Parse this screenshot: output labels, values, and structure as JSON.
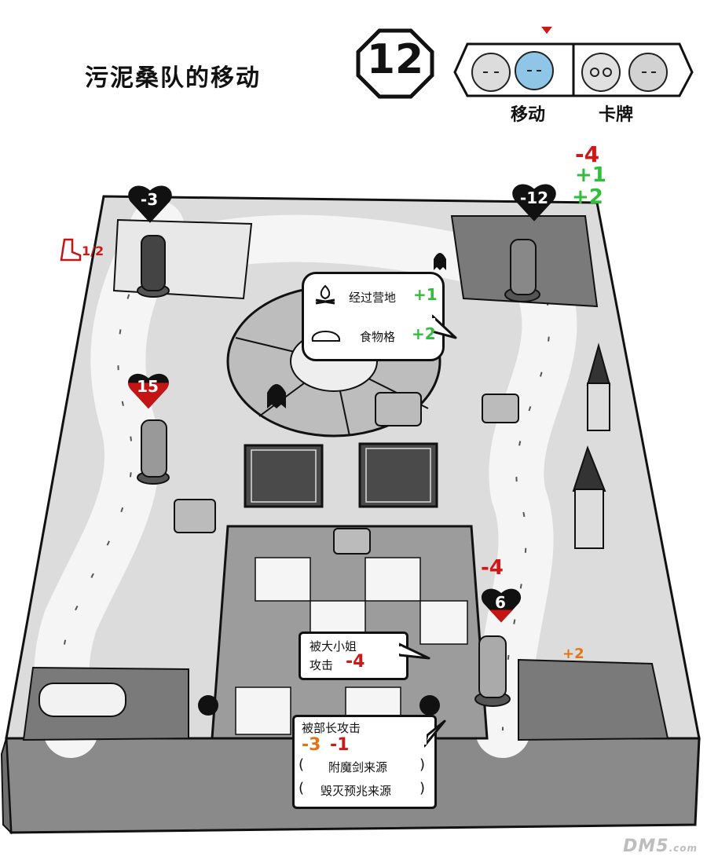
{
  "title": "污泥桑队的移动",
  "turn": {
    "number": "12"
  },
  "turn_order": {
    "move_label": "移动",
    "card_label": "卡牌"
  },
  "pieces": {
    "top_left": {
      "hp_change": "-3",
      "steps": "1/2"
    },
    "top_right": {
      "hp_change": "-12",
      "adjust_minus": "-4",
      "adjust_plus1": "+1",
      "adjust_plus2": "+2"
    },
    "left_middle": {
      "hp": "15"
    },
    "bottom_right": {
      "hp": "6",
      "adjust_minus": "-4",
      "adjust_plus": "+2"
    }
  },
  "center_bubble": {
    "line1": "经过营地",
    "line1_value": "+1",
    "line2": "食物格",
    "line2_value": "+2"
  },
  "attack_bubble_1": {
    "line1": "被大小姐",
    "line2": "攻击",
    "value": "-4"
  },
  "attack_bubble_2": {
    "line1": "被部长攻击",
    "value1": "-3",
    "value2": "-1",
    "item1": "附魔剑来源",
    "item2": "毁灭预兆来源"
  },
  "watermark": {
    "main": "DM5",
    "sub": ".com"
  },
  "colors": {
    "heal": "#2fbf3a",
    "damage": "#d01818",
    "special": "#e0741a"
  }
}
